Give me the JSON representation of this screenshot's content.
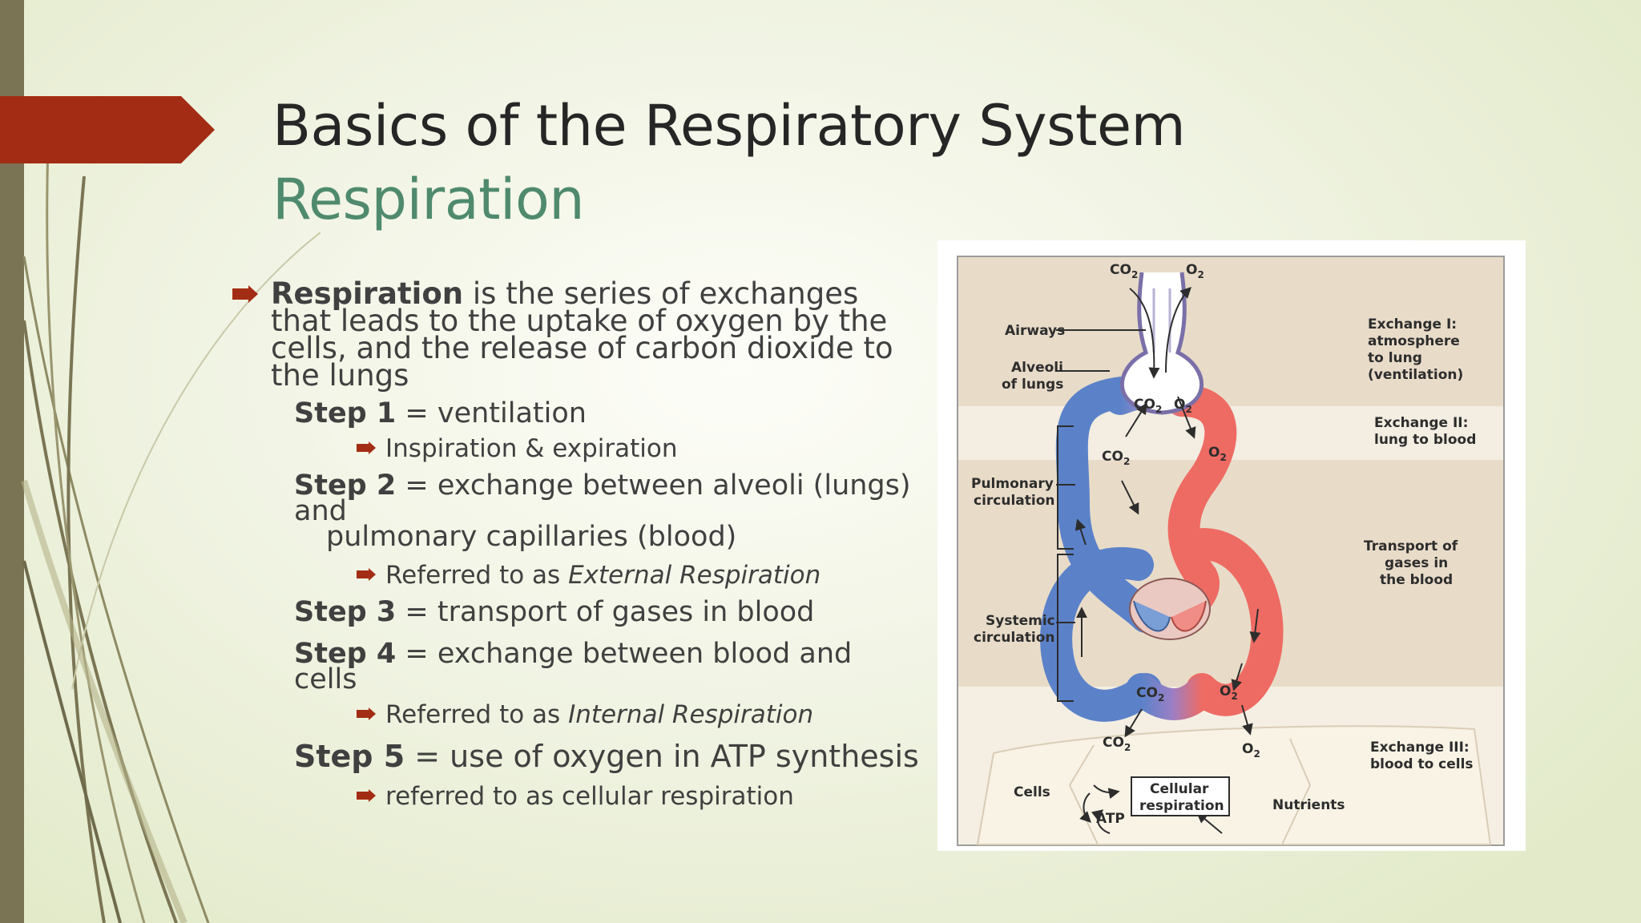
{
  "slide": {
    "title": "Basics of the Respiratory System",
    "subtitle": "Respiration"
  },
  "content": {
    "main_bullet": {
      "term": "Respiration",
      "text": " is the series of exchanges that leads to the uptake of oxygen by the cells, and the release of carbon dioxide to the lungs"
    },
    "steps": [
      {
        "label": "Step 1",
        "text": " = ventilation",
        "sub": "Inspiration & expiration",
        "sub_italic": ""
      },
      {
        "label": "Step 2",
        "text": " = exchange between alveoli (lungs) and",
        "text_cont": "pulmonary capillaries (blood)",
        "sub": "Referred to as ",
        "sub_italic": "External Respiration"
      },
      {
        "label": "Step 3",
        "text": " = transport of gases in blood"
      },
      {
        "label": "Step 4",
        "text": " = exchange between blood and cells",
        "sub": "Referred to as ",
        "sub_italic": "Internal Respiration"
      },
      {
        "label": "Step 5",
        "text": " = use of oxygen in ATP synthesis",
        "sub": " referred to as cellular respiration"
      }
    ]
  },
  "figure": {
    "labels": {
      "co2": "CO",
      "o2": "O",
      "sub2": "2",
      "airways": "Airways",
      "alveoli_1": "Alveoli",
      "alveoli_2": "of lungs",
      "pulmonary_1": "Pulmonary",
      "pulmonary_2": "circulation",
      "systemic_1": "Systemic",
      "systemic_2": "circulation",
      "exchange1_1": "Exchange I:",
      "exchange1_2": "atmosphere",
      "exchange1_3": "to lung",
      "exchange1_4": "(ventilation)",
      "exchange2_1": "Exchange II:",
      "exchange2_2": "lung to blood",
      "transport_1": "Transport of",
      "transport_2": "gases in",
      "transport_3": "the blood",
      "exchange3_1": "Exchange III:",
      "exchange3_2": "blood to cells",
      "cells": "Cells",
      "cellular_1": "Cellular",
      "cellular_2": "respiration",
      "atp": "ATP",
      "nutrients": "Nutrients"
    },
    "colors": {
      "band_dark": "#e8dcc9",
      "band_light": "#f3ede2",
      "deoxygenated": "#5b82c9",
      "oxygenated": "#ee6b63",
      "accent_marker": "#a32d14",
      "subtitle": "#4f8a6e"
    }
  }
}
